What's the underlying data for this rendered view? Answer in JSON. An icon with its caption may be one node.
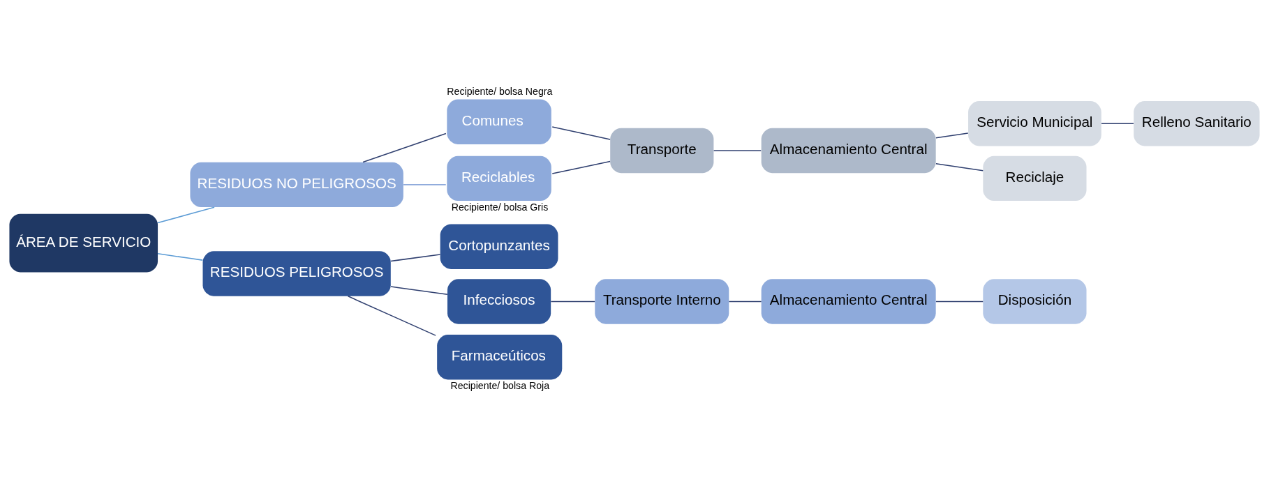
{
  "diagram": {
    "nodes": [
      {
        "text": [
          "ÁREA DE SERVICIO"
        ]
      },
      {
        "text": [
          "RESIDUOS NO PELIGROSOS"
        ]
      },
      {
        "text": [
          "Comunes"
        ],
        "beside": [
          "Recipiente/ bolsa Negra"
        ]
      },
      {
        "text": [
          "Reciclables"
        ],
        "beside": [
          "Recipiente/ bolsa Gris"
        ]
      },
      {
        "text": [
          "Transporte"
        ]
      },
      {
        "text": [
          "Almacenamiento Central"
        ]
      },
      {
        "text": [
          "Servicio Municipal"
        ]
      },
      {
        "text": [
          "Relleno Sanitario"
        ]
      },
      {
        "text": [
          "Reciclaje"
        ]
      },
      {
        "text": [
          "RESIDUOS PELIGROSOS"
        ]
      },
      {
        "text": [
          "Cortopunzantes"
        ]
      },
      {
        "text": [
          "Infecciosos"
        ]
      },
      {
        "text": [
          "Farmaceúticos"
        ],
        "beside": [
          "Recipiente/ bolsa Roja"
        ]
      },
      {
        "text": [
          "Transporte Interno"
        ]
      },
      {
        "text": [
          "Almacenamiento Central"
        ]
      },
      {
        "text": [
          "Disposición"
        ]
      }
    ],
    "edges": [
      {
        "from": 0,
        "to": 1,
        "arrow": "none",
        "color": "#5b9bd5"
      },
      {
        "from": 0,
        "to": 9,
        "arrow": "none",
        "color": "#5b9bd5"
      },
      {
        "from": 1,
        "to": 2,
        "arrow": "none"
      },
      {
        "from": 1,
        "to": 3,
        "arrow": "none",
        "color": "#8eaadb"
      },
      {
        "from": 2,
        "to": 4,
        "arrow": "none"
      },
      {
        "from": 3,
        "to": 4,
        "arrow": "none"
      },
      {
        "from": 4,
        "to": 5,
        "arrow": "none"
      },
      {
        "from": 5,
        "to": 6,
        "arrow": "none"
      },
      {
        "from": 5,
        "to": 8,
        "arrow": "none"
      },
      {
        "from": 6,
        "to": 7,
        "arrow": "none"
      },
      {
        "from": 9,
        "to": 10,
        "arrow": "none"
      },
      {
        "from": 9,
        "to": 11,
        "arrow": "none"
      },
      {
        "from": 9,
        "to": 12,
        "arrow": "none"
      },
      {
        "from": 11,
        "to": 13,
        "arrow": "none"
      },
      {
        "from": 13,
        "to": 14,
        "arrow": "none"
      },
      {
        "from": 14,
        "to": 15,
        "arrow": "none"
      }
    ]
  }
}
